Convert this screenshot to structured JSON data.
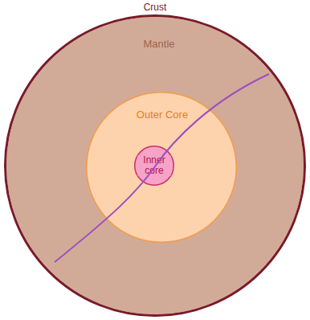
{
  "diagram": {
    "nodes": [
      {
        "text": [
          "Crust"
        ]
      },
      {
        "text": [
          "Mantle"
        ],
        "in": 0
      },
      {
        "text": [
          "Outer Core"
        ],
        "in": 1
      },
      {
        "text": [
          "Inner core"
        ],
        "in": 2
      }
    ]
  }
}
